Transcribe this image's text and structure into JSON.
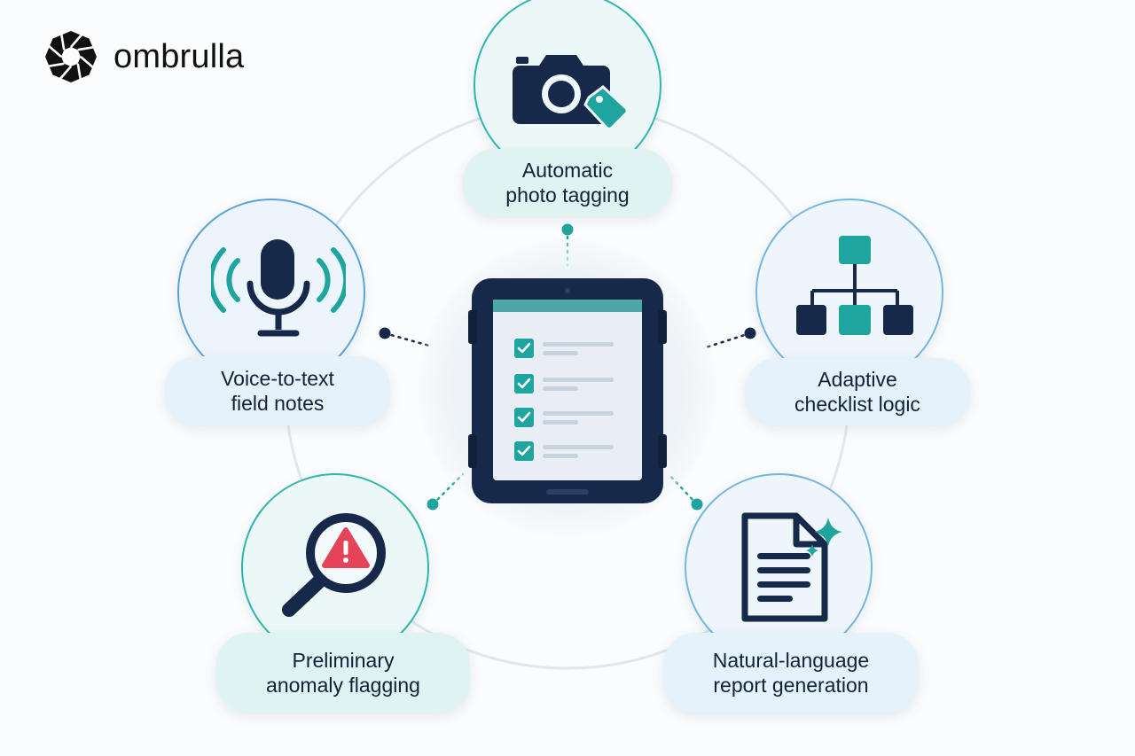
{
  "brand": {
    "name": "ombrulla",
    "logo_icon": "aperture-logo"
  },
  "center": {
    "device": "rugged-tablet",
    "checklist_items": 4
  },
  "features": {
    "photo_tagging": {
      "line1": "Automatic",
      "line2": "photo tagging",
      "icon": "camera-tag-icon"
    },
    "voice_notes": {
      "line1": "Voice-to-text",
      "line2": "field notes",
      "icon": "microphone-icon"
    },
    "checklist_logic": {
      "line1": "Adaptive",
      "line2": "checklist logic",
      "icon": "hierarchy-icon"
    },
    "anomaly_flagging": {
      "line1": "Preliminary",
      "line2": "anomaly flagging",
      "icon": "magnifier-warning-icon"
    },
    "report_generation": {
      "line1": "Natural-language",
      "line2": "report generation",
      "icon": "document-sparkle-icon"
    }
  },
  "colors": {
    "navy": "#17294a",
    "teal": "#1fa59f",
    "alert": "#e4435a",
    "ring": "#dce6ee"
  }
}
